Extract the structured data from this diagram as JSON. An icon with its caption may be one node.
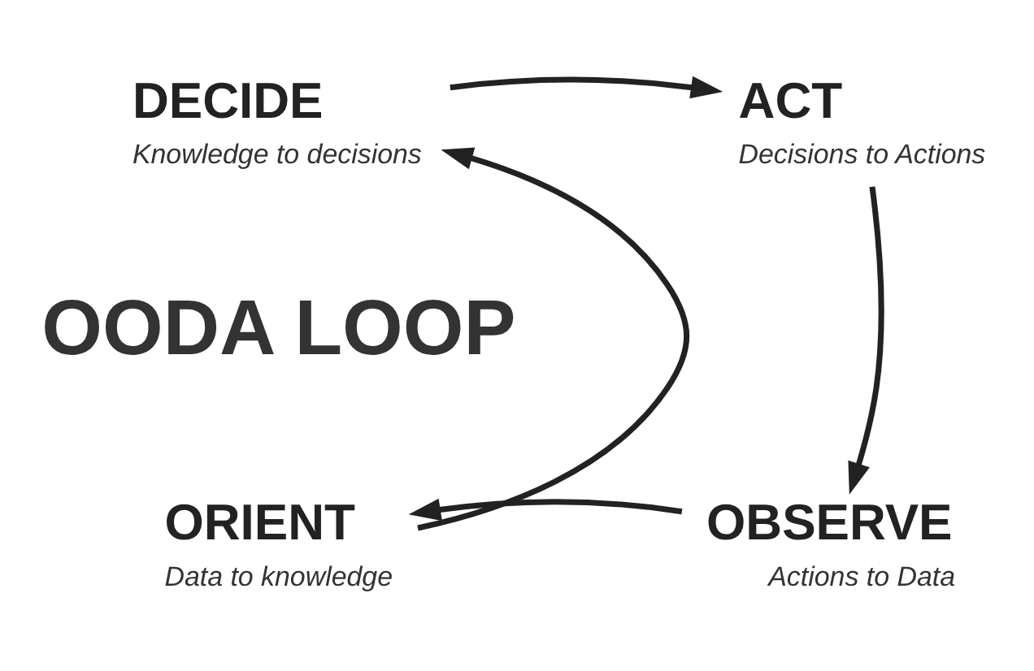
{
  "diagram": {
    "nodes": [
      {
        "text": [
          "DECIDE",
          "Knowledge to decisions"
        ]
      },
      {
        "text": [
          "ACT",
          "Decisions to Actions"
        ]
      },
      {
        "text": [
          "ORIENT",
          "Data to knowledge"
        ]
      },
      {
        "text": [
          "OBSERVE",
          "Actions to Data"
        ]
      }
    ],
    "edges": [
      {
        "from": 0,
        "to": 1,
        "arrow": "to"
      },
      {
        "from": 1,
        "to": 3,
        "arrow": "to"
      },
      {
        "from": 3,
        "to": 2,
        "arrow": "to"
      },
      {
        "from": 2,
        "to": 0,
        "arrow": "to"
      }
    ],
    "labels": [
      "OODA LOOP"
    ]
  }
}
